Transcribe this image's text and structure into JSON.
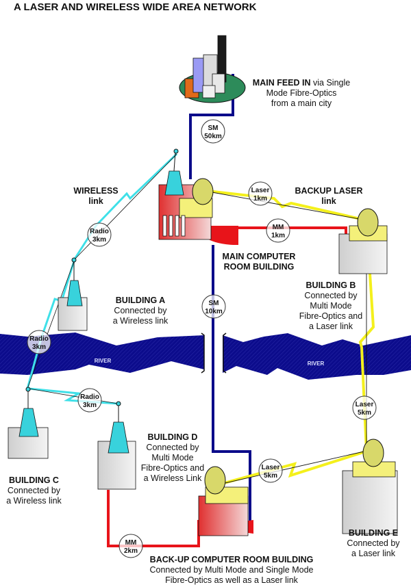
{
  "title": "A LASER AND WIRELESS WIDE AREA NETWORK",
  "colors": {
    "single_mode_fibre": "#0b0b8a",
    "multi_mode_fibre": "#e8141a",
    "wireless": "#3fe0e8",
    "laser": "#f4f01c",
    "river": "#0c0c8c",
    "main_building": "#e8141a",
    "tower": "#38d2dc",
    "dish": "#d8d86a"
  },
  "nodes": {
    "main_feed": {
      "title": "MAIN FEED IN",
      "desc_inline": "via Single",
      "desc": [
        "Mode Fibre-Optics",
        "from a main city"
      ]
    },
    "main_room": {
      "title": [
        "MAIN COMPUTER",
        "ROOM BUILDING"
      ]
    },
    "wireless_label": {
      "title": [
        "WIRELESS",
        "link"
      ]
    },
    "backup_laser_label": {
      "title": [
        "BACKUP LASER",
        "link"
      ]
    },
    "building_a": {
      "title": "BUILDING  A",
      "desc": [
        "Connected by",
        "a Wireless link"
      ]
    },
    "building_b": {
      "title": "BUILDING  B",
      "desc": [
        "Connected by",
        "Multi Mode",
        "Fibre-Optics and",
        "a Laser link"
      ]
    },
    "building_c": {
      "title": "BUILDING  C",
      "desc": [
        "Connected by",
        "a Wireless link"
      ]
    },
    "building_d": {
      "title": "BUILDING  D",
      "desc": [
        "Connected by",
        "Multi Mode",
        "Fibre-Optics and",
        "a Wireless Link"
      ]
    },
    "building_e": {
      "title": "BUILDING  E",
      "desc": [
        "Connected by",
        "a Laser link"
      ]
    },
    "backup_room": {
      "title": "BACK-UP COMPUTER ROOM BUILDING",
      "desc": [
        "Connected by Multi Mode and Single Mode",
        "Fibre-Optics as well as a  Laser link"
      ]
    }
  },
  "links": [
    {
      "id": "sm-50",
      "type": "Single Mode fibre",
      "line1": "SM",
      "line2": "50km"
    },
    {
      "id": "radio-main-a",
      "type": "Wireless",
      "line1": "Radio",
      "line2": "3km"
    },
    {
      "id": "laser-main-b",
      "type": "Laser",
      "line1": "Laser",
      "line2": "1km"
    },
    {
      "id": "mm-main-b",
      "type": "Multi Mode fibre",
      "line1": "MM",
      "line2": "1km"
    },
    {
      "id": "sm-10",
      "type": "Single Mode fibre",
      "line1": "SM",
      "line2": "10km"
    },
    {
      "id": "radio-a-c",
      "type": "Wireless",
      "line1": "Radio",
      "line2": "3km"
    },
    {
      "id": "radio-c-d",
      "type": "Wireless",
      "line1": "Radio",
      "line2": "3km"
    },
    {
      "id": "laser-b-e",
      "type": "Laser",
      "line1": "Laser",
      "line2": "5km"
    },
    {
      "id": "laser-backup-e",
      "type": "Laser",
      "line1": "Laser",
      "line2": "5km"
    },
    {
      "id": "mm-d-backup",
      "type": "Multi Mode fibre",
      "line1": "MM",
      "line2": "2km"
    }
  ],
  "river": {
    "label": "RIVER"
  }
}
